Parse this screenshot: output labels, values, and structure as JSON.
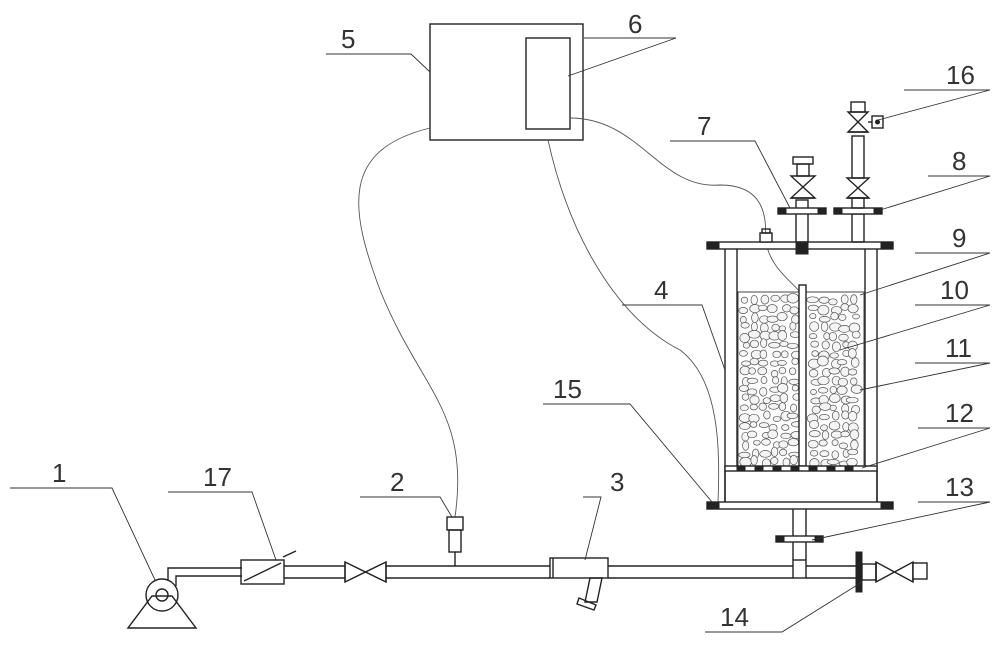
{
  "labels": {
    "l1": "1",
    "l2": "2",
    "l3": "3",
    "l4": "4",
    "l5": "5",
    "l6": "6",
    "l7": "7",
    "l8": "8",
    "l9": "9",
    "l10": "10",
    "l11": "11",
    "l12": "12",
    "l13": "13",
    "l14": "14",
    "l15": "15",
    "l16": "16",
    "l17": "17"
  }
}
